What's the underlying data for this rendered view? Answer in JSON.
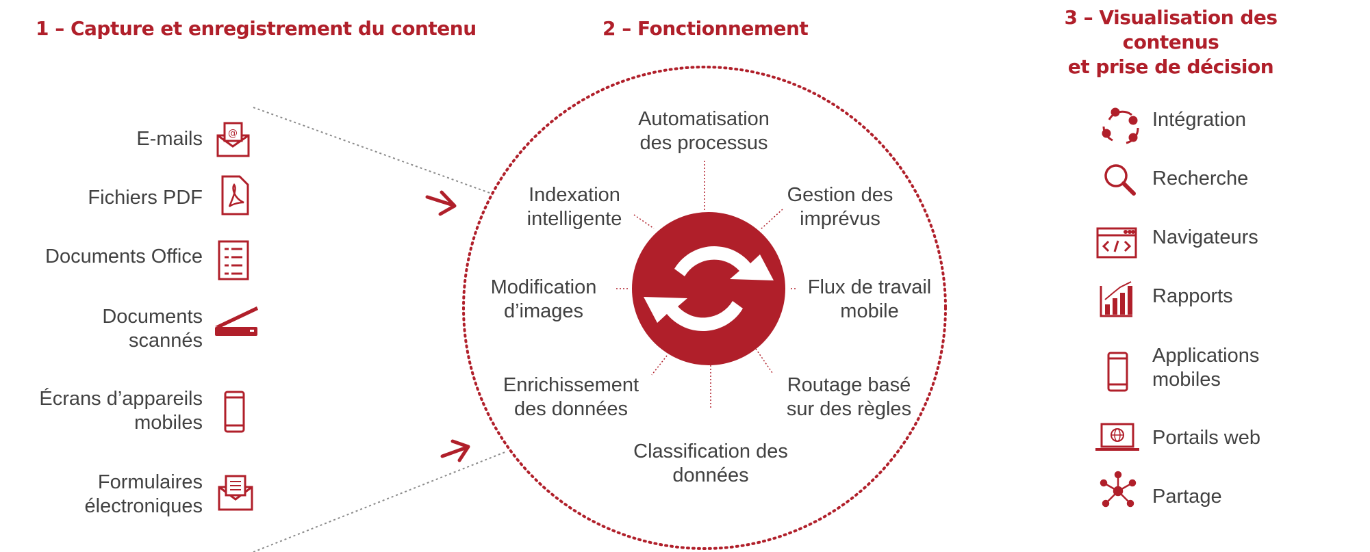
{
  "sections": {
    "capture_title": "1 – Capture et enregistrement du contenu",
    "process_title": "2 – Fonctionnement",
    "output_title_line1": "3 – Visualisation des contenus",
    "output_title_line2": "et prise de décision"
  },
  "inputs": [
    {
      "line1": "E-mails",
      "line2": "",
      "icon": "email-icon"
    },
    {
      "line1": "Fichiers PDF",
      "line2": "",
      "icon": "pdf-file-icon"
    },
    {
      "line1": "Documents Office",
      "line2": "",
      "icon": "office-document-icon"
    },
    {
      "line1": "Documents",
      "line2": "scannés",
      "icon": "scanner-icon"
    },
    {
      "line1": "Écrans d’appareils",
      "line2": "mobiles",
      "icon": "mobile-phone-icon"
    },
    {
      "line1": "Formulaires",
      "line2": "électroniques",
      "icon": "form-envelope-icon"
    }
  ],
  "functions": [
    {
      "line1": "Automatisation",
      "line2": "des processus"
    },
    {
      "line1": "Gestion des",
      "line2": "imprévus"
    },
    {
      "line1": "Flux de travail",
      "line2": "mobile"
    },
    {
      "line1": "Routage basé",
      "line2": "sur des règles"
    },
    {
      "line1": "Classification des",
      "line2": "données"
    },
    {
      "line1": "Enrichissement",
      "line2": "des données"
    },
    {
      "line1": "Modification",
      "line2": "d’images"
    },
    {
      "line1": "Indexation",
      "line2": "intelligente"
    }
  ],
  "outputs": [
    {
      "line1": "Intégration",
      "line2": "",
      "icon": "integration-cycle-icon"
    },
    {
      "line1": "Recherche",
      "line2": "",
      "icon": "search-icon"
    },
    {
      "line1": "Navigateurs",
      "line2": "",
      "icon": "browser-code-icon"
    },
    {
      "line1": "Rapports",
      "line2": "",
      "icon": "bar-chart-icon"
    },
    {
      "line1": "Applications",
      "line2": "mobiles",
      "icon": "mobile-app-icon"
    },
    {
      "line1": "Portails web",
      "line2": "",
      "icon": "laptop-globe-icon"
    },
    {
      "line1": "Partage",
      "line2": "",
      "icon": "share-network-icon"
    }
  ],
  "center_icon": "sync-arrows-icon",
  "colors": {
    "accent": "#b01f2a",
    "text": "#414141",
    "dotted": "#8a8a8a"
  }
}
